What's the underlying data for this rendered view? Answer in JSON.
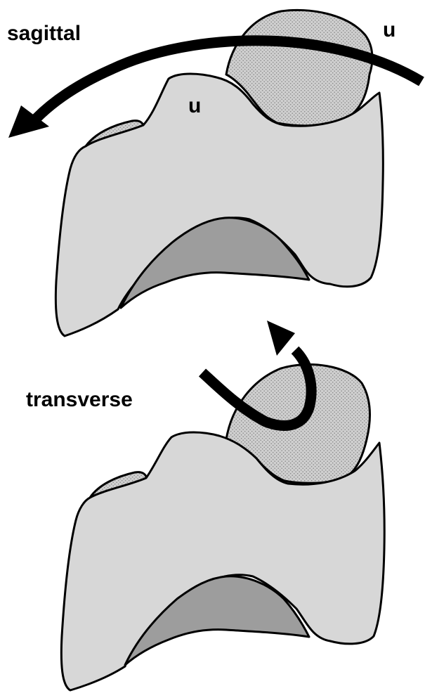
{
  "labels": {
    "sagittal": "sagittal",
    "transverse": "transverse",
    "u_upper_right": "u",
    "u_upper_left": "u"
  },
  "colors": {
    "background": "#ffffff",
    "bone_body": "#d7d7d7",
    "bone_cavity": "#9d9d9d",
    "stippled_head": "#cfcfcf",
    "stipple_dot": "#8a8a8a",
    "outline": "#000000"
  },
  "icons": {
    "sagittal_arrow": "curved-arrow-left",
    "transverse_arrow": "curved-arrow-up"
  }
}
